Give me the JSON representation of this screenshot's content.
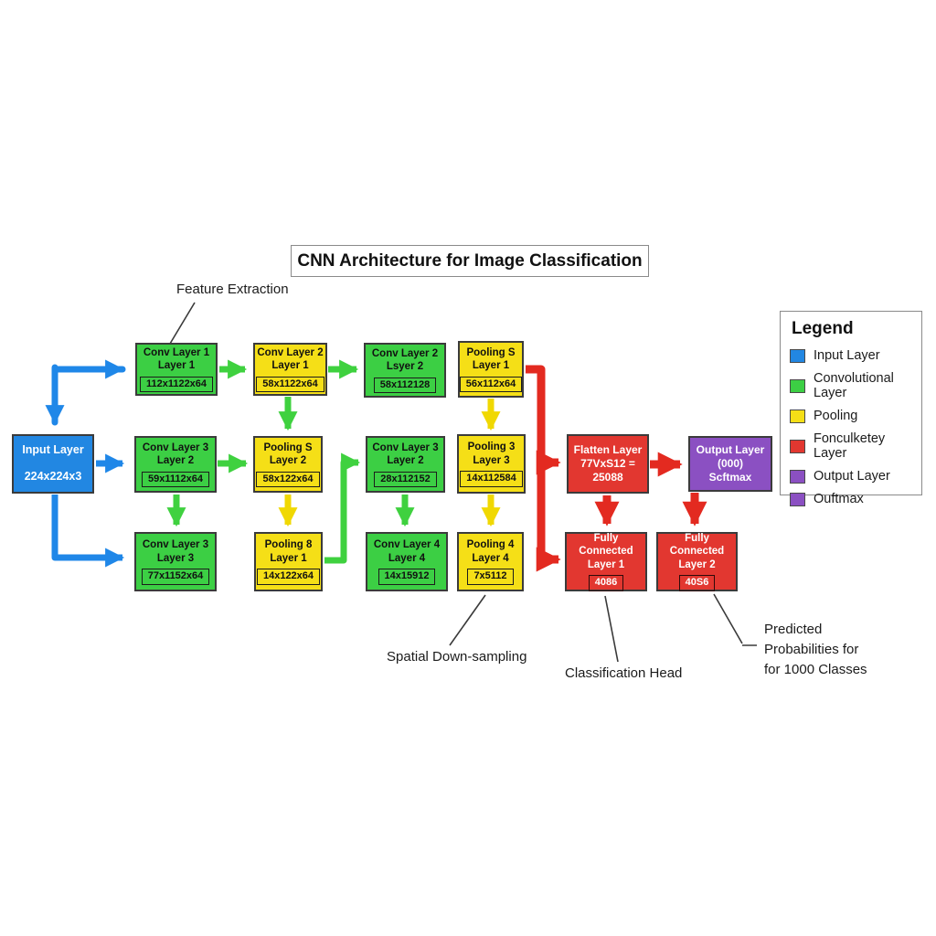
{
  "title": "CNN Architecture for Image Classification",
  "labels": {
    "feature_extraction": "Feature Extraction",
    "spatial_down_sampling": "Spatial Down-sampling",
    "classification_head": "Classification Head",
    "predicted": [
      "Predicted",
      "Probabilities for",
      "for 1000 Classes"
    ]
  },
  "nodes": {
    "input": {
      "line1": "Input Layer",
      "dims": "224x224x3"
    },
    "r1c1": {
      "line1": "Conv Layer 1",
      "line2": "Layer 1",
      "dims": "112x1122x64"
    },
    "r1c2": {
      "line1": "Conv Layer 2",
      "line2": "Layer 1",
      "dims": "58x1122x64"
    },
    "r1c3": {
      "line1": "Conv Layer 2",
      "line2": "Lsyer 2",
      "dims": "58x112128"
    },
    "r1c4": {
      "line1": "Pooling S",
      "line2": "Layer 1",
      "dims": "56x112x64"
    },
    "r2c1": {
      "line1": "Conv Layer 3",
      "line2": "Layer 2",
      "dims": "59x1112x64"
    },
    "r2c2": {
      "line1": "Pooling S",
      "line2": "Layer 2",
      "dims": "58x122x64"
    },
    "r2c3": {
      "line1": "Conv Layer 3",
      "line2": "Layer 2",
      "dims": "28x112152"
    },
    "r2c4": {
      "line1": "Pooling 3",
      "line2": "Layer 3",
      "dims": "14x112584"
    },
    "r3c1": {
      "line1": "Conv Layer 3",
      "line2": "Layer 3",
      "dims": "77x1152x64"
    },
    "r3c2": {
      "line1": "Pooling 8",
      "line2": "Layer 1",
      "dims": "14x122x64"
    },
    "r3c3": {
      "line1": "Conv Layer 4",
      "line2": "Layer 4",
      "dims": "14x15912"
    },
    "r3c4": {
      "line1": "Pooling 4",
      "line2": "Layer 4",
      "dims": "7x5112"
    },
    "flatten": {
      "line1": "Flatten Layer",
      "line2": "77VxS12 = 25088"
    },
    "output": {
      "line1": "Output Layer",
      "line2": "(000)",
      "line3": "Scftmax"
    },
    "fc1": {
      "line1": "Fully Connected",
      "line2": "Layer 1",
      "dims": "4086"
    },
    "fc2": {
      "line1": "Fully Connected",
      "line2": "Layer 2",
      "dims": "40S6"
    }
  },
  "legend": {
    "title": "Legend",
    "items": [
      {
        "label": "Input Layer",
        "color": "#2287e2"
      },
      {
        "label": "Convolutional Layer",
        "color": "#3ccf44"
      },
      {
        "label": "Pooling",
        "color": "#f5df17"
      },
      {
        "label": "Fonculketey Layer",
        "color": "#e23730"
      },
      {
        "label": "Output Layer",
        "color": "#8b50c2"
      },
      {
        "label": "Ouftmax",
        "color": "#8b50c2"
      }
    ]
  },
  "colors": {
    "input_blue": "#2287e2",
    "conv_green": "#3ccf44",
    "pooling_yellow": "#f5df17",
    "fc_red": "#e23730",
    "output_purple": "#8b50c2",
    "arrow_blue": "#1f87e8",
    "arrow_green": "#3fd13f",
    "arrow_yellow": "#f0d802",
    "arrow_red": "#e32a20",
    "annotation_line": "#3a3a3a"
  }
}
